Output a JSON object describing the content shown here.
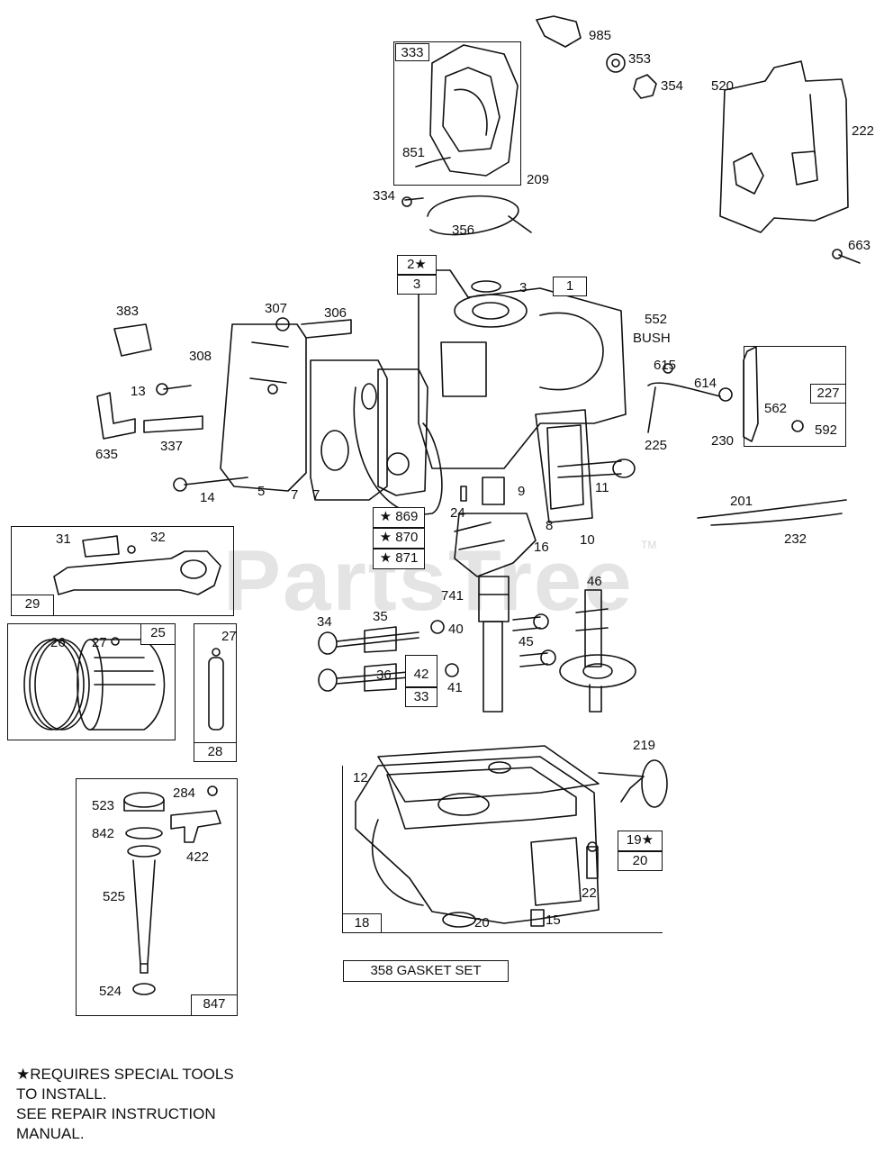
{
  "watermark": {
    "text": "PartsTree",
    "tm": "TM"
  },
  "callouts": [
    {
      "id": "c985",
      "text": "985"
    },
    {
      "id": "c353",
      "text": "353"
    },
    {
      "id": "c354",
      "text": "354"
    },
    {
      "id": "c520",
      "text": "520"
    },
    {
      "id": "c222",
      "text": "222"
    },
    {
      "id": "c851",
      "text": "851"
    },
    {
      "id": "c209",
      "text": "209"
    },
    {
      "id": "c334",
      "text": "334"
    },
    {
      "id": "c356",
      "text": "356"
    },
    {
      "id": "c663",
      "text": "663"
    },
    {
      "id": "c3b",
      "text": "3"
    },
    {
      "id": "c383",
      "text": "383"
    },
    {
      "id": "c307",
      "text": "307"
    },
    {
      "id": "c306",
      "text": "306"
    },
    {
      "id": "c552",
      "text": "552"
    },
    {
      "id": "cbush",
      "text": "BUSH"
    },
    {
      "id": "c308",
      "text": "308"
    },
    {
      "id": "c615",
      "text": "615"
    },
    {
      "id": "c614",
      "text": "614"
    },
    {
      "id": "c13",
      "text": "13"
    },
    {
      "id": "c562",
      "text": "562"
    },
    {
      "id": "c592",
      "text": "592"
    },
    {
      "id": "c635",
      "text": "635"
    },
    {
      "id": "c337",
      "text": "337"
    },
    {
      "id": "c225",
      "text": "225"
    },
    {
      "id": "c230",
      "text": "230"
    },
    {
      "id": "c14",
      "text": "14"
    },
    {
      "id": "c5",
      "text": "5"
    },
    {
      "id": "c7a",
      "text": "7"
    },
    {
      "id": "c7b",
      "text": "7"
    },
    {
      "id": "c9",
      "text": "9"
    },
    {
      "id": "c11",
      "text": "11"
    },
    {
      "id": "c24",
      "text": "24"
    },
    {
      "id": "c8",
      "text": "8"
    },
    {
      "id": "c16",
      "text": "16"
    },
    {
      "id": "c10",
      "text": "10"
    },
    {
      "id": "c201",
      "text": "201"
    },
    {
      "id": "c232",
      "text": "232"
    },
    {
      "id": "c31",
      "text": "31"
    },
    {
      "id": "c32",
      "text": "32"
    },
    {
      "id": "c741",
      "text": "741"
    },
    {
      "id": "c46",
      "text": "46"
    },
    {
      "id": "c34",
      "text": "34"
    },
    {
      "id": "c35",
      "text": "35"
    },
    {
      "id": "c40",
      "text": "40"
    },
    {
      "id": "c26",
      "text": "26"
    },
    {
      "id": "c27a",
      "text": "27"
    },
    {
      "id": "c27b",
      "text": "27"
    },
    {
      "id": "c45",
      "text": "45"
    },
    {
      "id": "c36",
      "text": "36"
    },
    {
      "id": "c41",
      "text": "41"
    },
    {
      "id": "c219",
      "text": "219"
    },
    {
      "id": "c12",
      "text": "12"
    },
    {
      "id": "c284",
      "text": "284"
    },
    {
      "id": "c523",
      "text": "523"
    },
    {
      "id": "c842",
      "text": "842"
    },
    {
      "id": "c422",
      "text": "422"
    },
    {
      "id": "c22",
      "text": "22"
    },
    {
      "id": "c525",
      "text": "525"
    },
    {
      "id": "c20b",
      "text": "20"
    },
    {
      "id": "c15",
      "text": "15"
    },
    {
      "id": "c524",
      "text": "524"
    }
  ],
  "boxes": [
    {
      "id": "b333",
      "text": "333"
    },
    {
      "id": "b2",
      "text": "2★"
    },
    {
      "id": "b3",
      "text": "3"
    },
    {
      "id": "b1",
      "text": "1"
    },
    {
      "id": "b227",
      "text": "227"
    },
    {
      "id": "b869",
      "text": "★ 869"
    },
    {
      "id": "b870",
      "text": "★ 870"
    },
    {
      "id": "b871",
      "text": "★ 871"
    },
    {
      "id": "b29",
      "text": "29"
    },
    {
      "id": "b25",
      "text": "25"
    },
    {
      "id": "b42",
      "text": "42"
    },
    {
      "id": "b33",
      "text": "33"
    },
    {
      "id": "b28",
      "text": "28"
    },
    {
      "id": "b19",
      "text": "19★"
    },
    {
      "id": "b20",
      "text": "20"
    },
    {
      "id": "b18",
      "text": "18"
    },
    {
      "id": "b847",
      "text": "847"
    }
  ],
  "gasket_set": "358  GASKET SET",
  "footnote": {
    "line1": "★REQUIRES SPECIAL TOOLS",
    "line2": " TO INSTALL.",
    "line3": " SEE REPAIR INSTRUCTION",
    "line4": " MANUAL."
  }
}
